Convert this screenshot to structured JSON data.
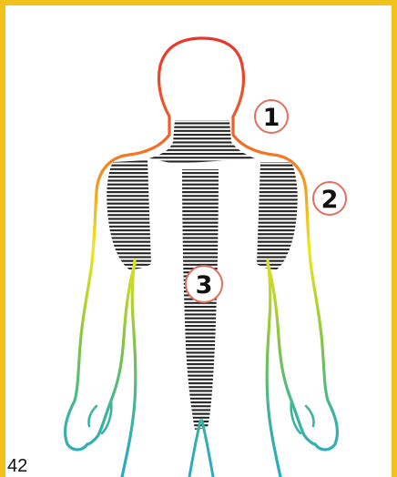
{
  "page": {
    "number": "42"
  },
  "callouts": [
    {
      "label": "1"
    },
    {
      "label": "2"
    },
    {
      "label": "3"
    }
  ],
  "colors": {
    "border": "#f2c21c",
    "outline_top": "#e8352a",
    "outline_shoulder": "#f39321",
    "outline_mid": "#eee61a",
    "outline_lower": "#7fbf3a",
    "outline_bottom": "#2aa8c8",
    "hatch": "#222222",
    "callout_ring": "#e07060"
  }
}
